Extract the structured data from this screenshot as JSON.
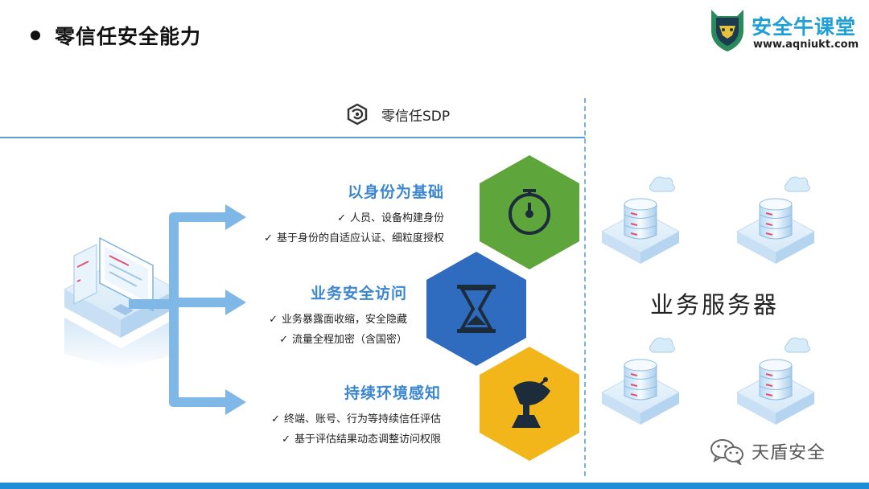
{
  "header": {
    "title": "零信任安全能力"
  },
  "logo": {
    "name": "安全牛课堂",
    "url": "www.aqniukt.com",
    "icon": "bull-shield-icon"
  },
  "sdp": {
    "label": "零信任SDP",
    "icon": "sdp-logo-icon"
  },
  "features": [
    {
      "title": "以身份为基础",
      "items": [
        "人员、设备构建身份",
        "基于身份的自适应认证、细粒度授权"
      ],
      "icon": "stopwatch-icon",
      "color": "#5ea63c"
    },
    {
      "title": "业务安全访问",
      "items": [
        "业务暴露面收缩，安全隐藏",
        "流量全程加密（含国密）"
      ],
      "icon": "hourglass-icon",
      "color": "#2f6cc0"
    },
    {
      "title": "持续环境感知",
      "items": [
        "终端、账号、行为等持续信任评估",
        "基于评估结果动态调整访问权限"
      ],
      "icon": "satellite-dish-icon",
      "color": "#f2b51a"
    }
  ],
  "servers": {
    "label": "业务服务器"
  },
  "watermark": {
    "text": "天盾安全",
    "icon": "wechat-icon"
  },
  "colors": {
    "accent_blue": "#3b86d0",
    "line_blue": "#5b9bd5",
    "bottom_bar": "#1c8fd6",
    "arrow_blue": "#7fb7e6"
  }
}
